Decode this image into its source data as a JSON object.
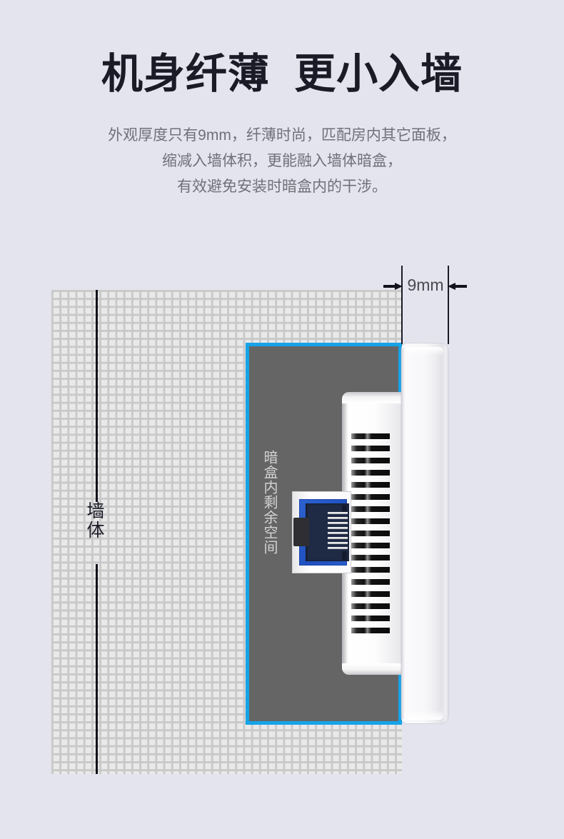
{
  "headline": "机身纤薄  更小入墙",
  "subcopy": {
    "line1": "外观厚度只有9mm，纤薄时尚，匹配房内其它面板，",
    "line2": "缩减入墙体积，更能融入墙体暗盒，",
    "line3": "有效避免安装时暗盒内的干涉。"
  },
  "diagram": {
    "wall_label": "墙体",
    "backbox_label": "暗盒内剩余空间",
    "dimension_label": "9mm",
    "colors": {
      "background": "#e4e4ee",
      "headline_text": "#1b1b28",
      "body_text": "#70707a",
      "wall_fill": "#e9e9e9",
      "wall_grid_line": "#c9c9c9",
      "backbox_fill": "#656565",
      "backbox_outline": "#16a3e8",
      "backbox_label_text": "#d3d3d3",
      "faceplate_white": "#fbfbfd",
      "jack_blue": "#2351c4",
      "guide_line": "#1b1b28"
    },
    "vent_slot_count": 17,
    "jack_pin_count": 8,
    "icons": {
      "arrow_left": "arrow-right-icon",
      "arrow_right": "arrow-left-icon"
    }
  }
}
